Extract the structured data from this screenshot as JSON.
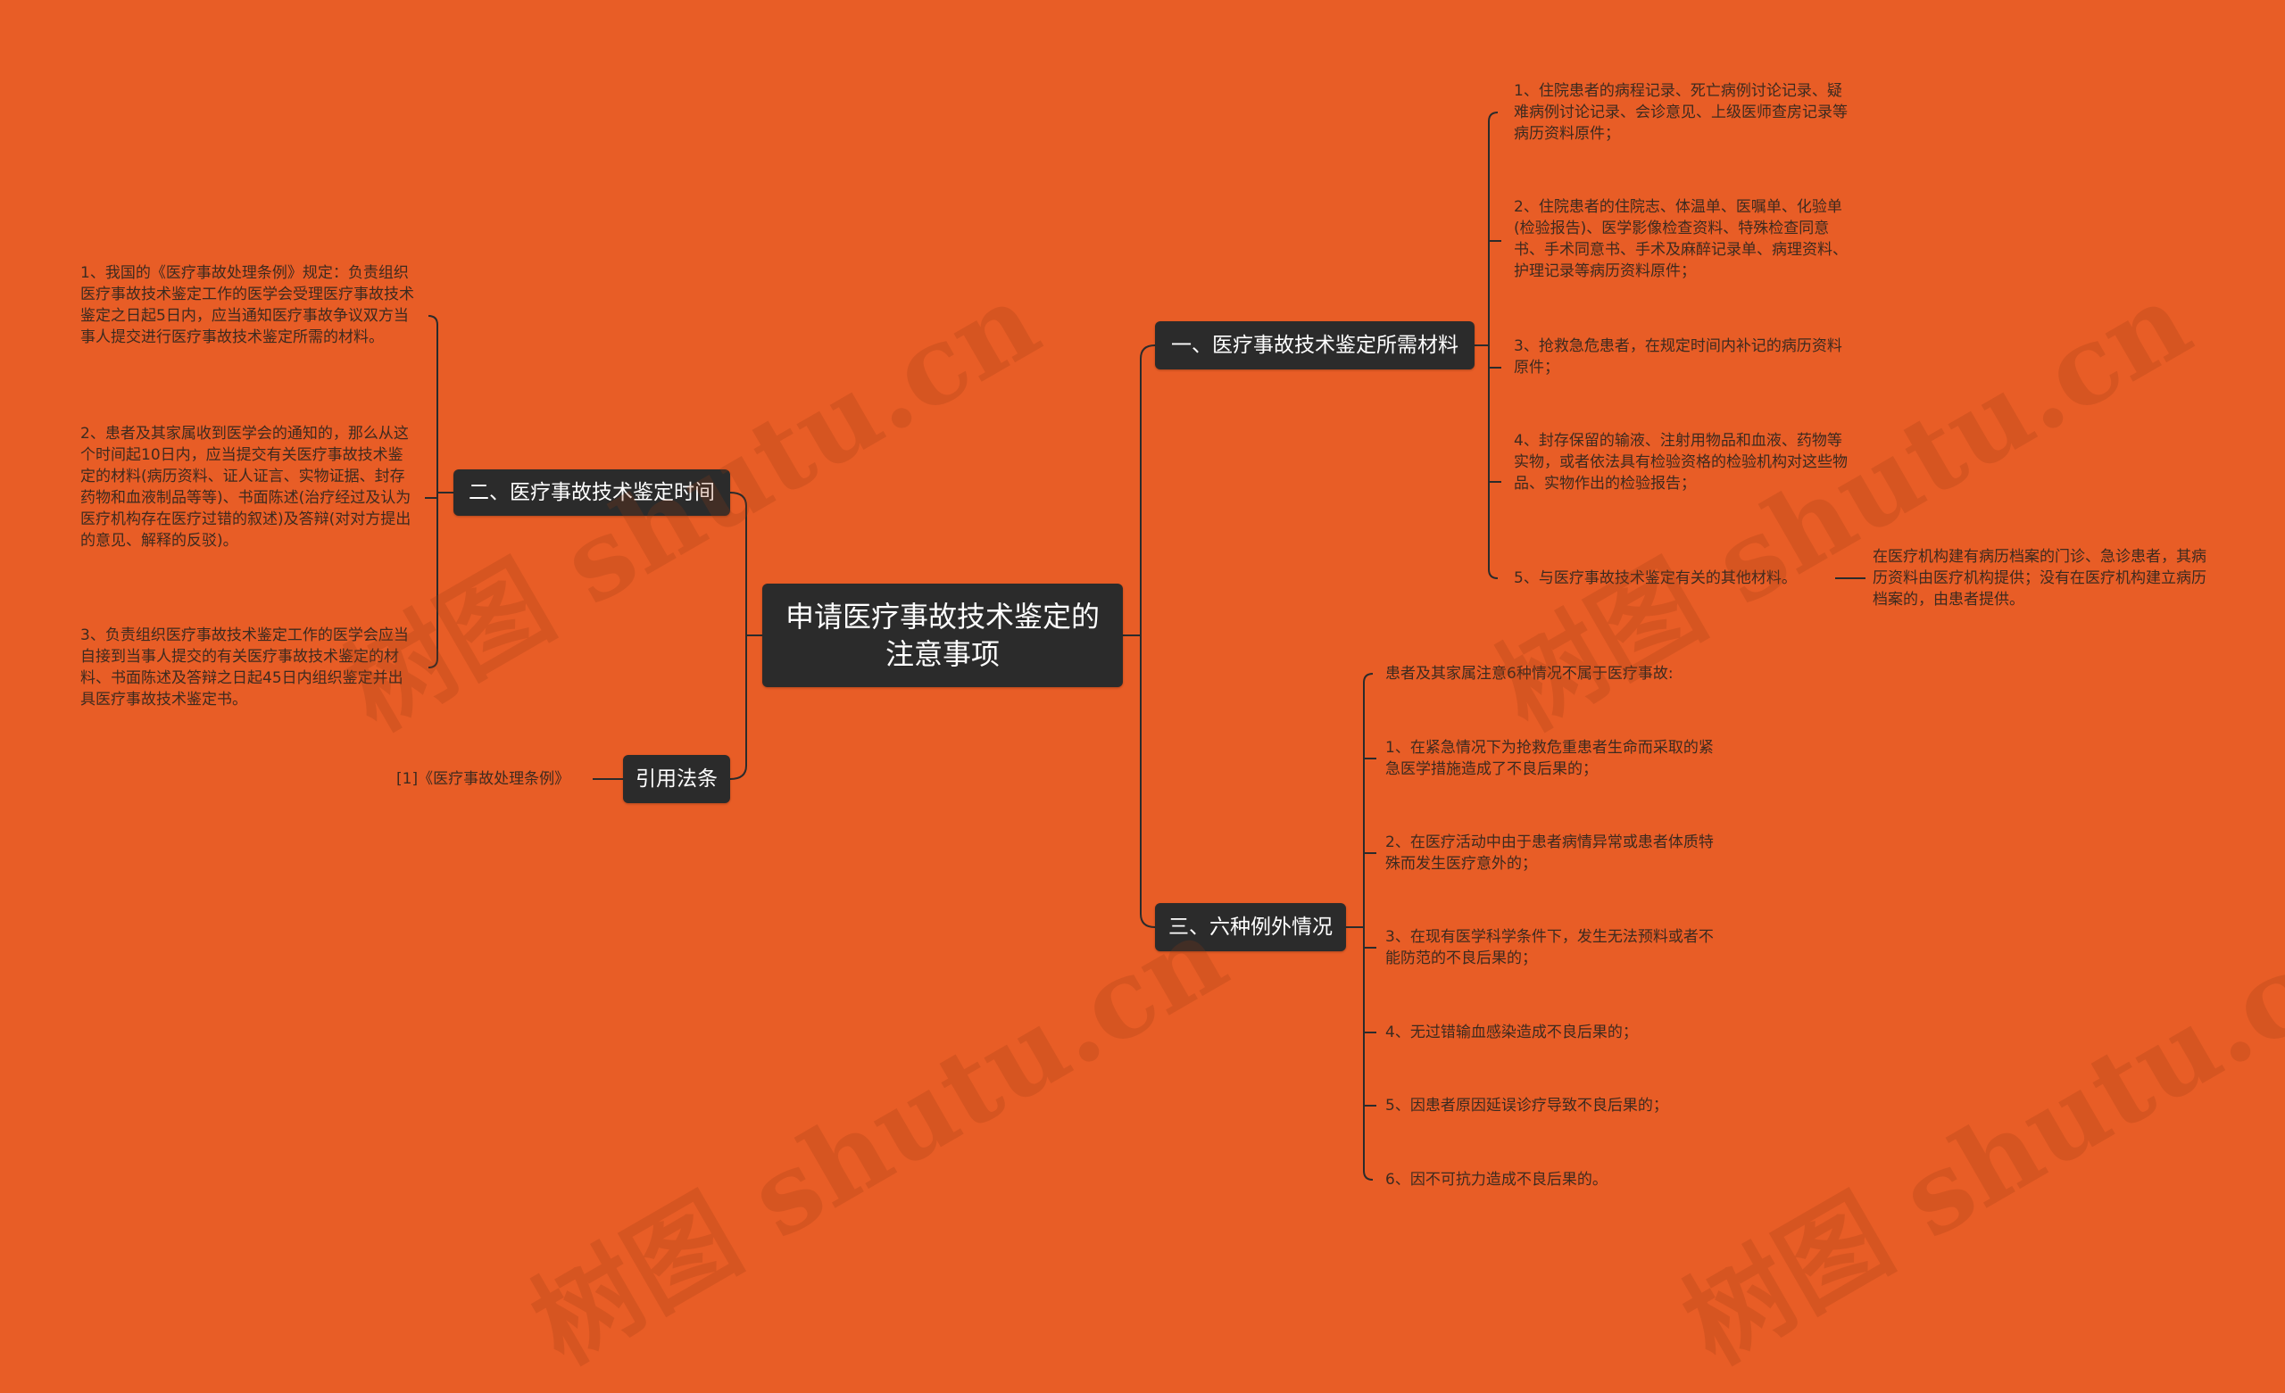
{
  "colors": {
    "background": "#e85d26",
    "node_fill": "#2b2b2b",
    "node_text": "#ffffff",
    "line": "#2b2b2b",
    "leaf_text": "#3d2a1f"
  },
  "watermark": "树图 shutu.cn",
  "root": {
    "label": "申请医疗事故技术鉴定的注意事项"
  },
  "branches": {
    "materials": {
      "label": "一、医疗事故技术鉴定所需材料",
      "items": [
        "1、住院患者的病程记录、死亡病例讨论记录、疑难病例讨论记录、会诊意见、上级医师查房记录等病历资料原件；",
        "2、住院患者的住院志、体温单、医嘱单、化验单(检验报告)、医学影像检查资料、特殊检查同意书、手术同意书、手术及麻醉记录单、病理资料、护理记录等病历资料原件；",
        "3、抢救急危患者，在规定时间内补记的病历资料原件；",
        "4、封存保留的输液、注射用物品和血液、药物等实物，或者依法具有检验资格的检验机构对这些物品、实物作出的检验报告；",
        "5、与医疗事故技术鉴定有关的其他材料。"
      ],
      "sub_item": "在医疗机构建有病历档案的门诊、急诊患者，其病历资料由医疗机构提供；没有在医疗机构建立病历档案的，由患者提供。"
    },
    "timing": {
      "label": "二、医疗事故技术鉴定时间",
      "items": [
        "1、我国的《医疗事故处理条例》规定：负责组织医疗事故技术鉴定工作的医学会受理医疗事故技术鉴定之日起5日内，应当通知医疗事故争议双方当事人提交进行医疗事故技术鉴定所需的材料。",
        "2、患者及其家属收到医学会的通知的，那么从这个时间起10日内，应当提交有关医疗事故技术鉴定的材料(病历资料、证人证言、实物证据、封存药物和血液制品等等)、书面陈述(治疗经过及认为医疗机构存在医疗过错的叙述)及答辩(对对方提出的意见、解释的反驳)。",
        "3、负责组织医疗事故技术鉴定工作的医学会应当自接到当事人提交的有关医疗事故技术鉴定的材料、书面陈述及答辩之日起45日内组织鉴定并出具医疗事故技术鉴定书。"
      ]
    },
    "citation": {
      "label": "引用法条",
      "items": [
        "[1]《医疗事故处理条例》"
      ]
    },
    "exceptions": {
      "label": "三、六种例外情况",
      "items": [
        "患者及其家属注意6种情况不属于医疗事故:",
        "1、在紧急情况下为抢救危重患者生命而采取的紧急医学措施造成了不良后果的；",
        "2、在医疗活动中由于患者病情异常或患者体质特殊而发生医疗意外的；",
        "3、在现有医学科学条件下，发生无法预料或者不能防范的不良后果的；",
        "4、无过错输血感染造成不良后果的；",
        "5、因患者原因延误诊疗导致不良后果的；",
        "6、因不可抗力造成不良后果的。"
      ]
    }
  }
}
